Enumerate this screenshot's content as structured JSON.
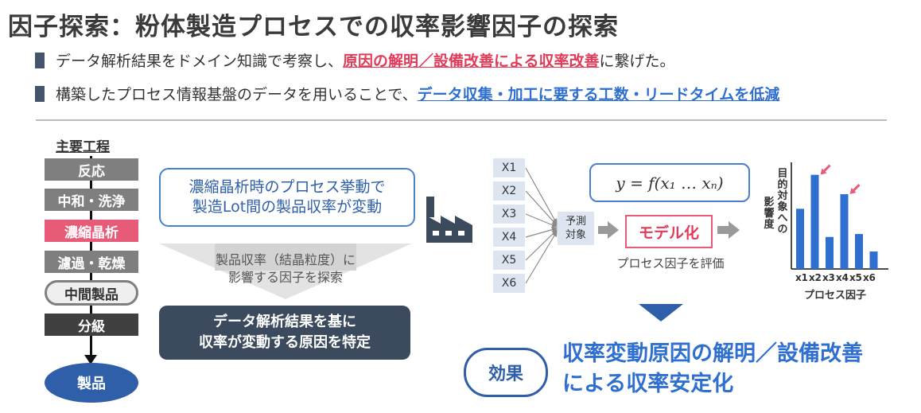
{
  "title": "因子探索：粉体製造プロセスでの収率影響因子の探索",
  "bullets": [
    {
      "pre": "データ解析結果をドメイン知識で考察し、",
      "emph": "原因の解明／設備改善による収率改善",
      "post": "に繋げた。"
    },
    {
      "pre": "構築したプロセス情報基盤のデータを用いることで、",
      "emph": "データ収集・加工に要する工数・リードタイムを低減",
      "post": ""
    }
  ],
  "process": {
    "heading": "主要工程",
    "steps": [
      "反応",
      "中和・洗浄",
      "濃縮晶析",
      "濾過・乾燥",
      "中間製品",
      "分級"
    ],
    "final": "製品"
  },
  "observation": {
    "line1": "濃縮晶析時のプロセス挙動で",
    "line2": "製造Lot間の製品収率が変動"
  },
  "search": {
    "line1": "製品収率（結晶粒度）に",
    "line2": "影響する因子を探索"
  },
  "result": {
    "line1": "データ解析結果を基に",
    "line2": "収率が変動する原因を特定"
  },
  "inputs": [
    "X1",
    "X2",
    "X3",
    "X4",
    "X5",
    "X6"
  ],
  "predict": {
    "line1": "予測",
    "line2": "対象"
  },
  "formula": "y = f(x₁ … xₙ)",
  "model_label": "モデル化",
  "eval_label": "プロセス因子を評価",
  "effect": {
    "badge": "効果",
    "line1": "収率変動原因の解明／設備改善",
    "line2": "による収率安定化"
  },
  "colors": {
    "accent_blue": "#2e5fa8",
    "highlight_red": "#e03c5a",
    "dark_box": "#3b4a5c"
  },
  "chart_data": {
    "type": "bar",
    "categories": [
      "x1",
      "x2",
      "x3",
      "x4",
      "x5",
      "x6"
    ],
    "values": [
      0.62,
      0.97,
      0.33,
      0.77,
      0.36,
      0.18
    ],
    "highlighted": [
      "x2",
      "x4"
    ],
    "ylabel_a": "目的対象への",
    "ylabel_b": "影響度",
    "xlabel": "プロセス因子",
    "ylim": [
      0,
      1
    ]
  }
}
